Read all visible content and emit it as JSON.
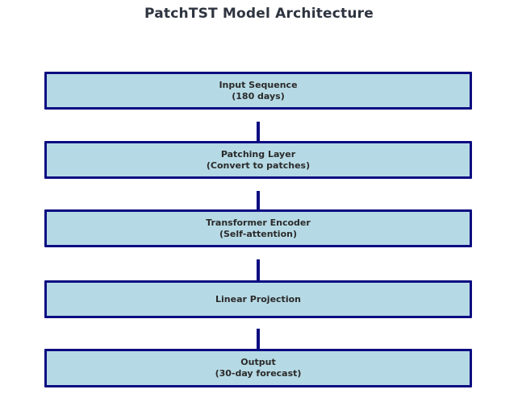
{
  "title": "PatchTST Model Architecture",
  "colors": {
    "background": "#ffffff",
    "box_fill": "#b6dae5",
    "box_border": "#0c0c82",
    "connector": "#0c0c82",
    "title_text": "#2e3440",
    "box_text": "#2a2a2a"
  },
  "diagram": {
    "type": "flowchart",
    "direction": "top-down",
    "boxes": [
      {
        "line1": "Input Sequence",
        "line2": "(180 days)"
      },
      {
        "line1": "Patching Layer",
        "line2": "(Convert to patches)"
      },
      {
        "line1": "Transformer Encoder",
        "line2": "(Self-attention)"
      },
      {
        "line1": "Linear Projection",
        "line2": ""
      },
      {
        "line1": "Output",
        "line2": "(30-day forecast)"
      }
    ]
  }
}
